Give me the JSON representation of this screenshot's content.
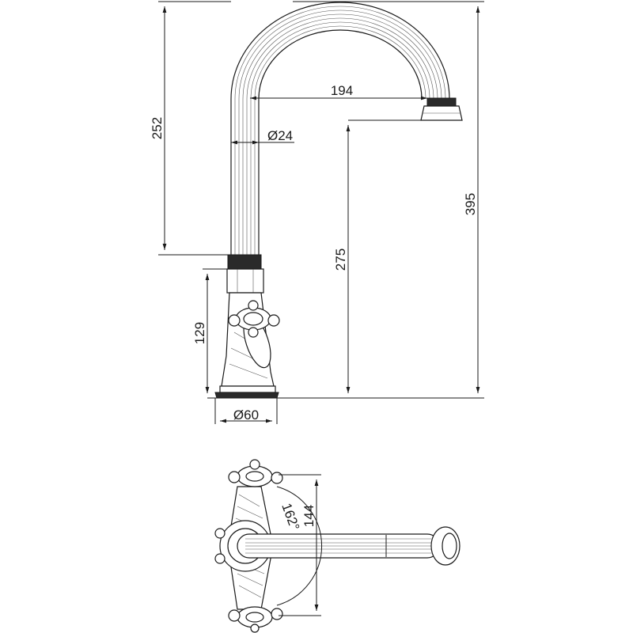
{
  "dimensions": {
    "total_height": "395",
    "body_height": "252",
    "spout_reach": "194",
    "pipe_diameter": "Ø24",
    "outlet_height": "275",
    "base_height": "129",
    "base_diameter": "Ø60",
    "handle_spacing": "144",
    "rotation_angle": "162°"
  },
  "colors": {
    "line": "#1a1a1a",
    "background": "#ffffff"
  }
}
